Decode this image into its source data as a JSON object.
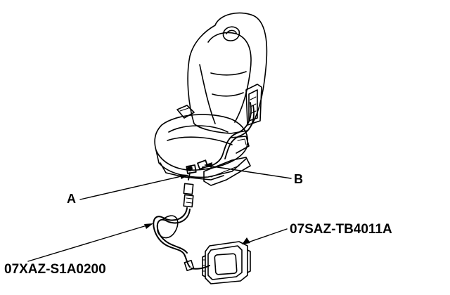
{
  "labels": {
    "a": "A",
    "b": "B",
    "harness_part": "07XAZ-S1A0200",
    "tester_part": "07SAZ-TB4011A"
  },
  "colors": {
    "line": "#000000",
    "background": "#ffffff"
  }
}
